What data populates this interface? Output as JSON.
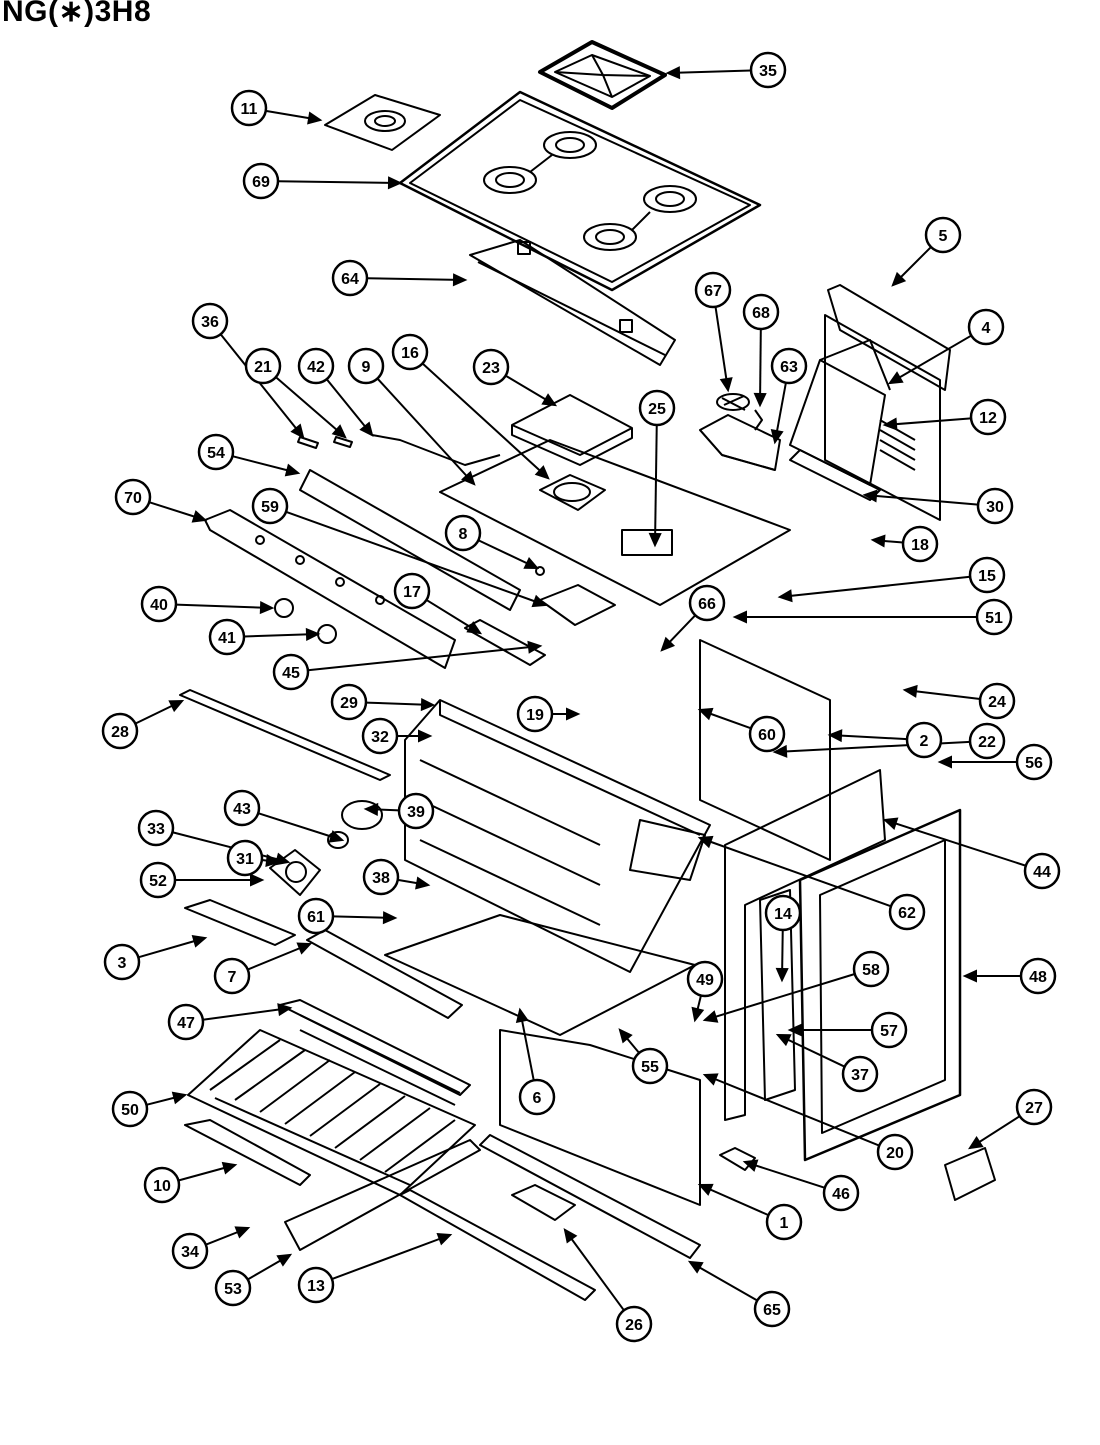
{
  "diagram": {
    "title": "NG(∗)3H8",
    "callouts": [
      "1",
      "2",
      "3",
      "4",
      "5",
      "6",
      "7",
      "8",
      "9",
      "10",
      "11",
      "12",
      "13",
      "14",
      "15",
      "16",
      "17",
      "18",
      "19",
      "20",
      "21",
      "22",
      "23",
      "24",
      "25",
      "26",
      "27",
      "28",
      "29",
      "30",
      "31",
      "32",
      "33",
      "34",
      "35",
      "36",
      "37",
      "38",
      "39",
      "40",
      "41",
      "42",
      "43",
      "44",
      "45",
      "46",
      "47",
      "48",
      "49",
      "50",
      "51",
      "52",
      "53",
      "54",
      "55",
      "56",
      "57",
      "58",
      "59",
      "60",
      "61",
      "62",
      "63",
      "64",
      "65",
      "66",
      "67",
      "68",
      "69",
      "70"
    ]
  },
  "colors": {
    "ink": "#000000",
    "paper": "#ffffff"
  }
}
